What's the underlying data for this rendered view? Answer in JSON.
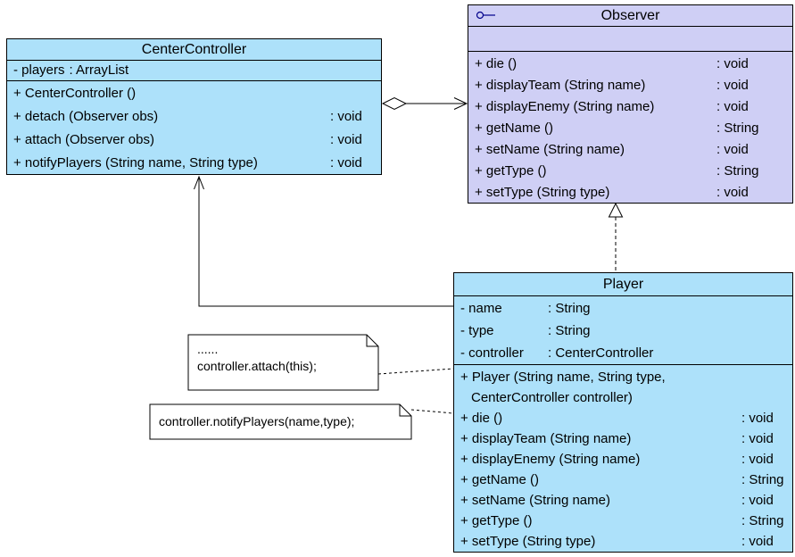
{
  "colors": {
    "class_fill": "#ADE1FA",
    "interface_fill": "#CFCFF5",
    "border": "#000000",
    "note_fill": "#FFFFFF",
    "interface_icon": "#00008B",
    "background": "#FFFFFF"
  },
  "classes": {
    "center_controller": {
      "name": "CenterController",
      "attributes": [
        {
          "name": "- players",
          "type": ": ArrayList"
        }
      ],
      "methods": [
        {
          "sig": "+ CenterController ()",
          "ret": ""
        },
        {
          "sig": "+ detach (Observer obs)",
          "ret": ": void"
        },
        {
          "sig": "+ attach (Observer obs)",
          "ret": ": void"
        },
        {
          "sig": "+ notifyPlayers (String name, String type)",
          "ret": ": void"
        }
      ]
    },
    "observer": {
      "name": "Observer",
      "is_interface": true,
      "attributes": [],
      "methods": [
        {
          "sig": "+ die ()",
          "ret": ": void"
        },
        {
          "sig": "+ displayTeam (String name)",
          "ret": ": void"
        },
        {
          "sig": "+ displayEnemy (String name)",
          "ret": ": void"
        },
        {
          "sig": "+ getName ()",
          "ret": ": String"
        },
        {
          "sig": "+ setName (String name)",
          "ret": ": void"
        },
        {
          "sig": "+ getType ()",
          "ret": ": String"
        },
        {
          "sig": "+ setType (String type)",
          "ret": ": void"
        }
      ]
    },
    "player": {
      "name": "Player",
      "attributes": [
        {
          "name": "- name",
          "type": ": String"
        },
        {
          "name": "- type",
          "type": ": String"
        },
        {
          "name": "- controller",
          "type": ": CenterController"
        }
      ],
      "methods": [
        {
          "sig": "+ Player (String name, String type,",
          "ret": ""
        },
        {
          "sig": "CenterController controller)",
          "ret": ""
        },
        {
          "sig": "+ die ()",
          "ret": ": void"
        },
        {
          "sig": "+ displayTeam (String name)",
          "ret": ": void"
        },
        {
          "sig": "+ displayEnemy (String name)",
          "ret": ": void"
        },
        {
          "sig": "+ getName ()",
          "ret": ": String"
        },
        {
          "sig": "+ setName (String name)",
          "ret": ": void"
        },
        {
          "sig": "+ getType ()",
          "ret": ": String"
        },
        {
          "sig": "+ setType (String type)",
          "ret": ": void"
        }
      ]
    }
  },
  "notes": [
    {
      "lines": [
        "......",
        "controller.attach(this);"
      ]
    },
    {
      "lines": [
        "controller.notifyPlayers(name,type);"
      ]
    }
  ],
  "relationships": [
    {
      "type": "aggregation",
      "from": "CenterController",
      "to": "Observer"
    },
    {
      "type": "realization",
      "from": "Player",
      "to": "Observer"
    },
    {
      "type": "association",
      "from": "Player",
      "to": "CenterController"
    },
    {
      "type": "note-anchor",
      "from": "note-attach",
      "to": "Player"
    },
    {
      "type": "note-anchor",
      "from": "note-notify",
      "to": "Player"
    }
  ]
}
